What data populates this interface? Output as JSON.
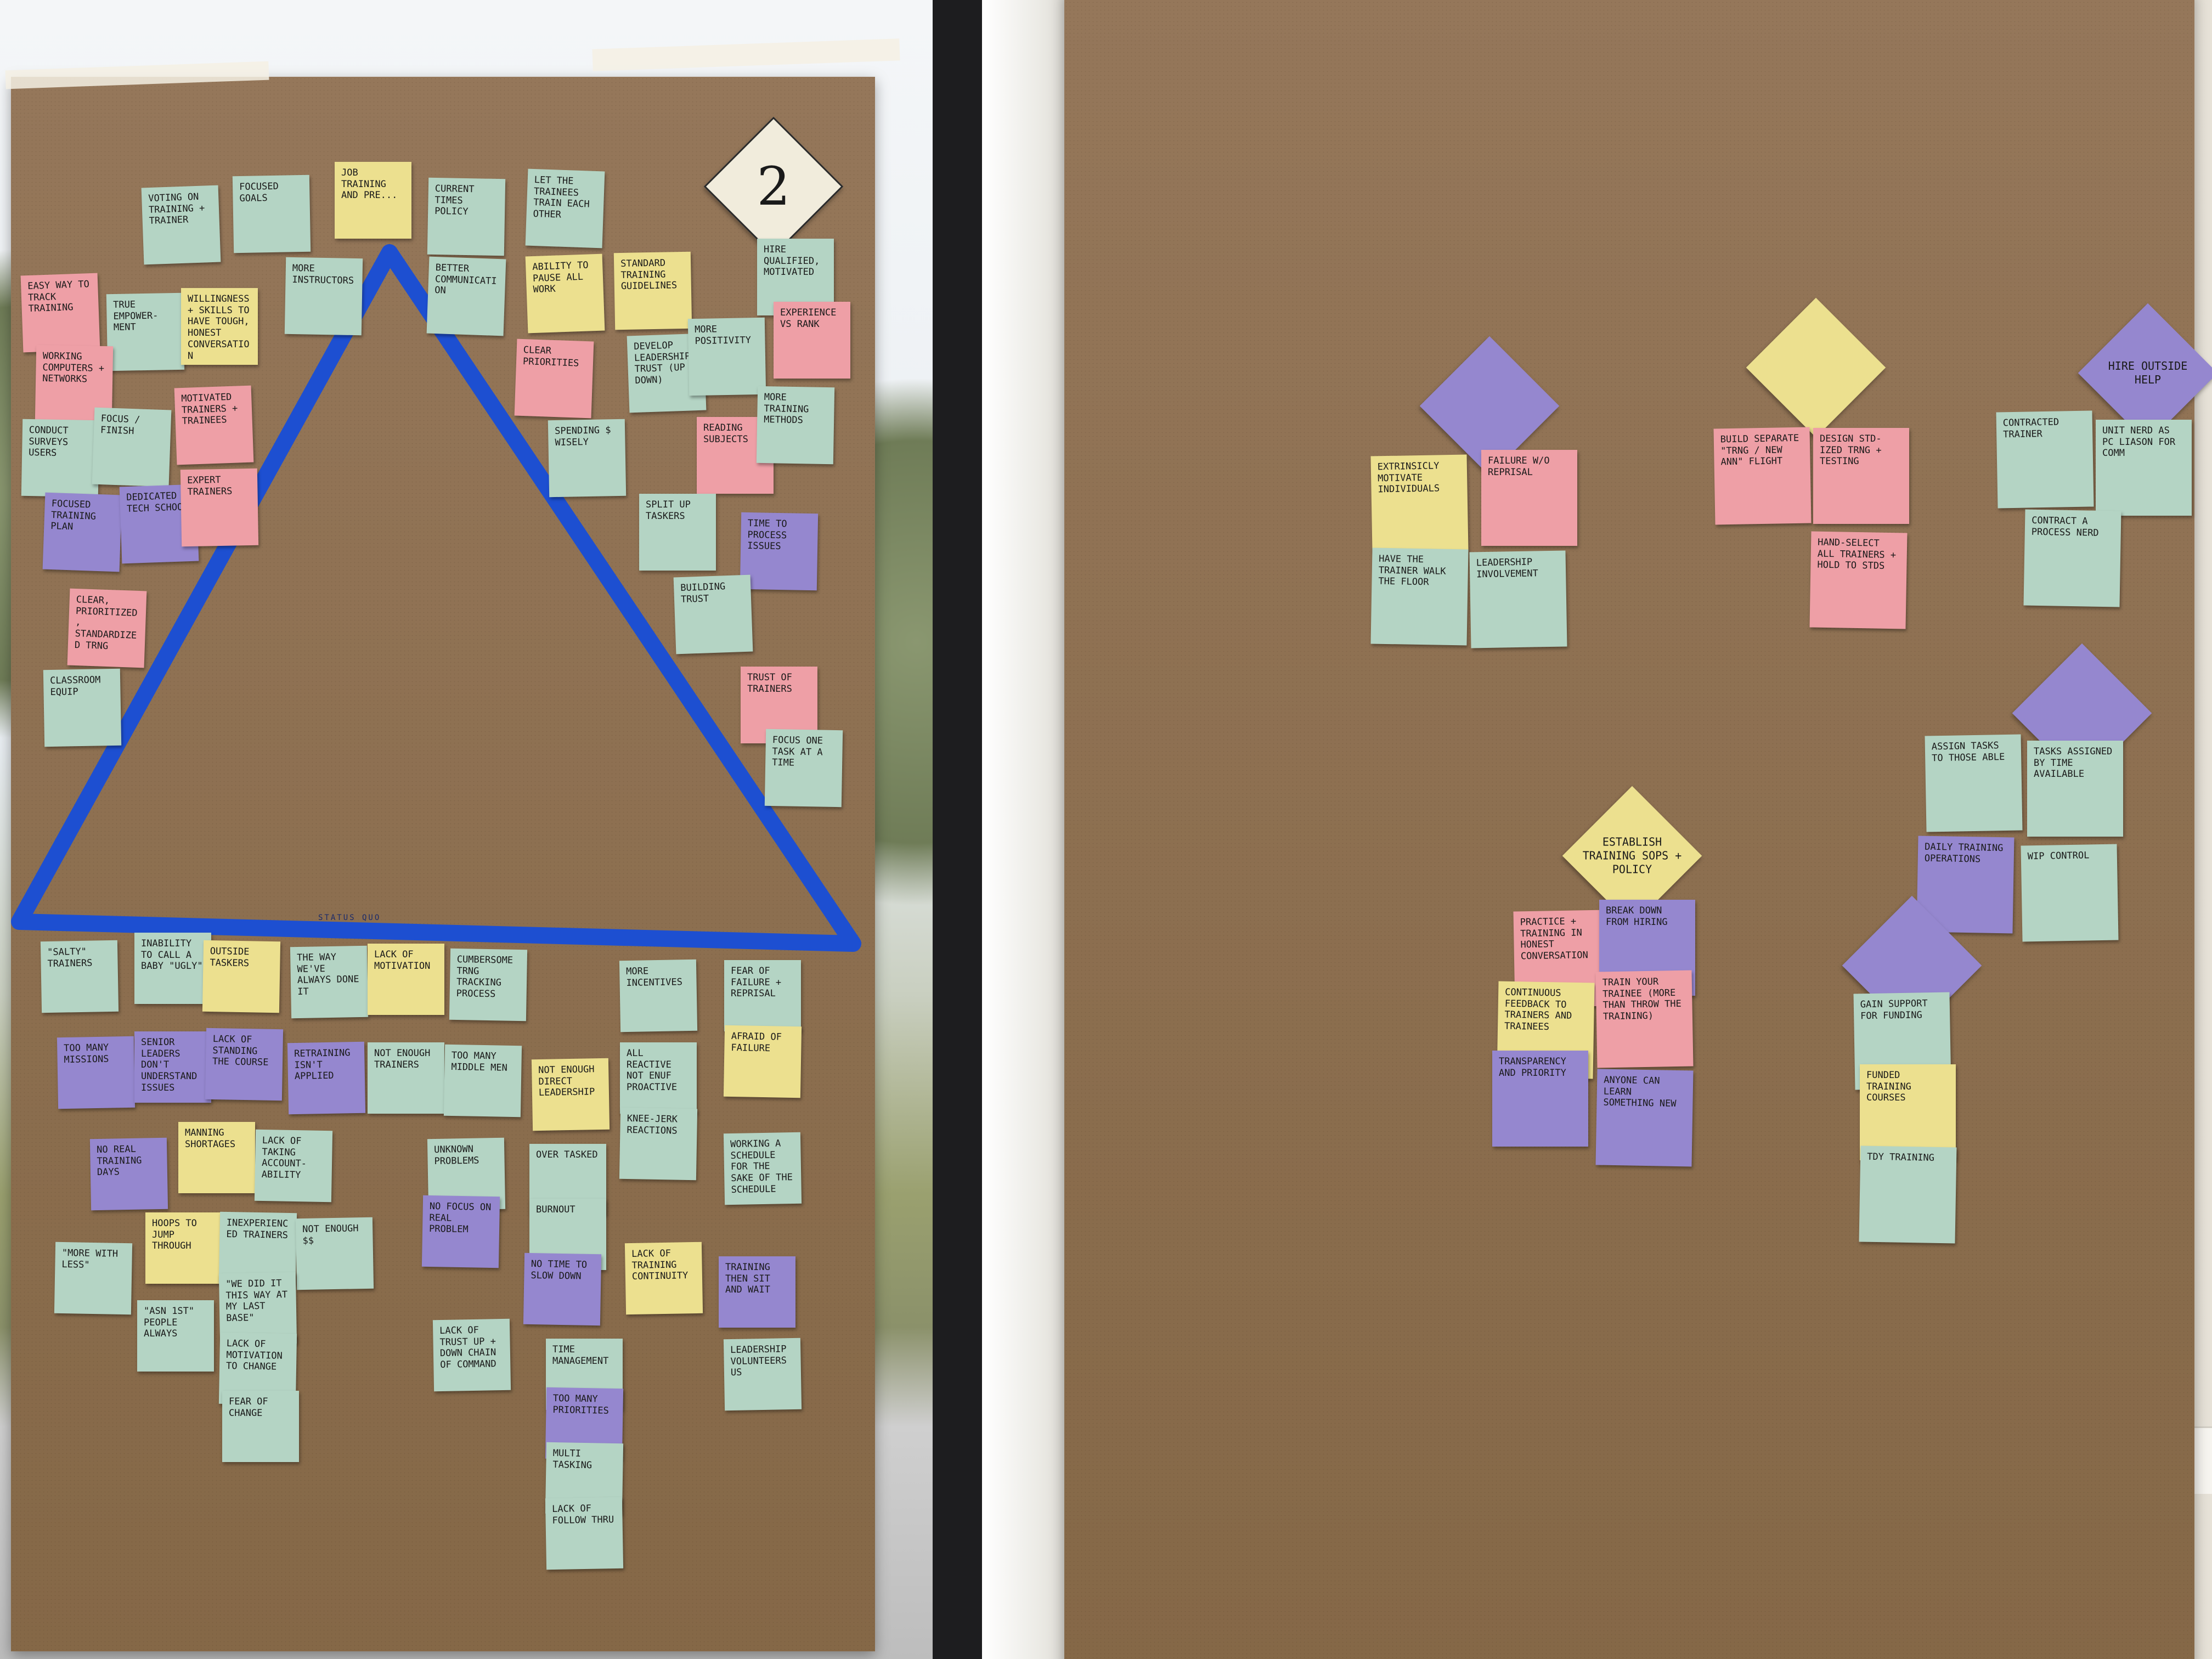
{
  "image": {
    "subject": "Two brown-paper sticky-note boards in a meeting room next to a window",
    "colors": {
      "paper": "#8f7153",
      "green_note": "#b4d4c4",
      "pink_note": "#ee9fa6",
      "yellow_note": "#ece08f",
      "purple_note": "#9587cf",
      "blue_tape": "#1d4fd1"
    }
  },
  "left_board": {
    "number_label": "2",
    "triangle_base_label": "status quo",
    "upper_notes": [
      "Voting on training + trainer",
      "Focused goals",
      "Job training and pre...",
      "Current times policy",
      "Let the trainees train each other",
      "Easy way to track training",
      "True empower-ment",
      "Willingness + skills to have tough, honest conversation",
      "More instructors",
      "Better communication",
      "Ability to pause all work",
      "Standard training guidelines",
      "Hire qualified, motivated",
      "Working computers + networks",
      "Clear priorities",
      "Develop leadership trust (up & down)",
      "More positivity",
      "Experience vs rank",
      "Conduct surveys users",
      "Focus / finish",
      "Motivated trainers + trainees",
      "Spending $ wisely",
      "Reading subjects",
      "More training methods",
      "Focused training plan",
      "Dedicated tech school",
      "Expert trainers",
      "Split up taskers",
      "Time to process issues",
      "Clear, prioritized, standardized trng",
      "Building trust",
      "Classroom equip",
      "Trust of trainers",
      "Focus one task at a time"
    ],
    "lower_notes": [
      "\"Salty\" trainers",
      "Inability to call a baby \"ugly\"",
      "Outside taskers",
      "The way we've always done it",
      "Lack of motivation",
      "Cumbersome trng tracking process",
      "More incentives",
      "Fear of failure + reprisal",
      "Afraid of failure",
      "Too many missions",
      "Senior leaders don't understand issues",
      "Lack of standing the course",
      "Retraining isn't applied",
      "Not enough trainers",
      "Too many middle men",
      "Not enough direct leadership",
      "All reactive not enuf proactive",
      "Knee-jerk reactions",
      "No real training days",
      "Manning shortages",
      "Lack of taking account-ability",
      "Unknown problems",
      "Over tasked",
      "No focus on real problem",
      "Working a schedule for the sake of the schedule",
      "Hoops to jump through",
      "Inexperienced trainers",
      "Not enough $$",
      "Burnout",
      "No time to slow down",
      "Lack of training continuity",
      "Training then sit and wait",
      "\"More with less\"",
      "\"We did it this way at my last base\"",
      "\"ASN 1st\" people always",
      "Lack of motivation to change",
      "Lack of trust up + down chain of command",
      "Time management",
      "Too many priorities",
      "Leadership volunteers us",
      "Fear of change",
      "Multi tasking",
      "Lack of follow thru"
    ]
  },
  "right_board": {
    "clusters": [
      {
        "header": "",
        "notes": [
          "Extrinsicly motivate individuals",
          "Failure w/o reprisal",
          "Have the trainer walk the floor",
          "Leadership involvement"
        ]
      },
      {
        "header": "",
        "notes": [
          "Build separate \"trng / new ann\" flight",
          "Design std-ized trng + testing",
          "Hand-select all trainers + hold to stds"
        ]
      },
      {
        "header": "Hire outside help",
        "notes": [
          "Contracted trainer",
          "Unit nerd as PC liason for comm",
          "Contract a process nerd"
        ]
      },
      {
        "header": "",
        "notes": [
          "Assign tasks to those able",
          "Tasks assigned by time available",
          "Daily training operations",
          "WIP control"
        ]
      },
      {
        "header": "Establish training SOPs + policy",
        "notes": [
          "Practice + training in honest conversation",
          "Break down from hiring",
          "Continuous feedback to trainers and trainees",
          "Train your trainee (more than throw the training)",
          "Transparency and priority",
          "Anyone can learn something new"
        ]
      },
      {
        "header": "",
        "notes": [
          "Gain support for funding",
          "Funded training courses",
          "TDY training"
        ]
      }
    ]
  }
}
